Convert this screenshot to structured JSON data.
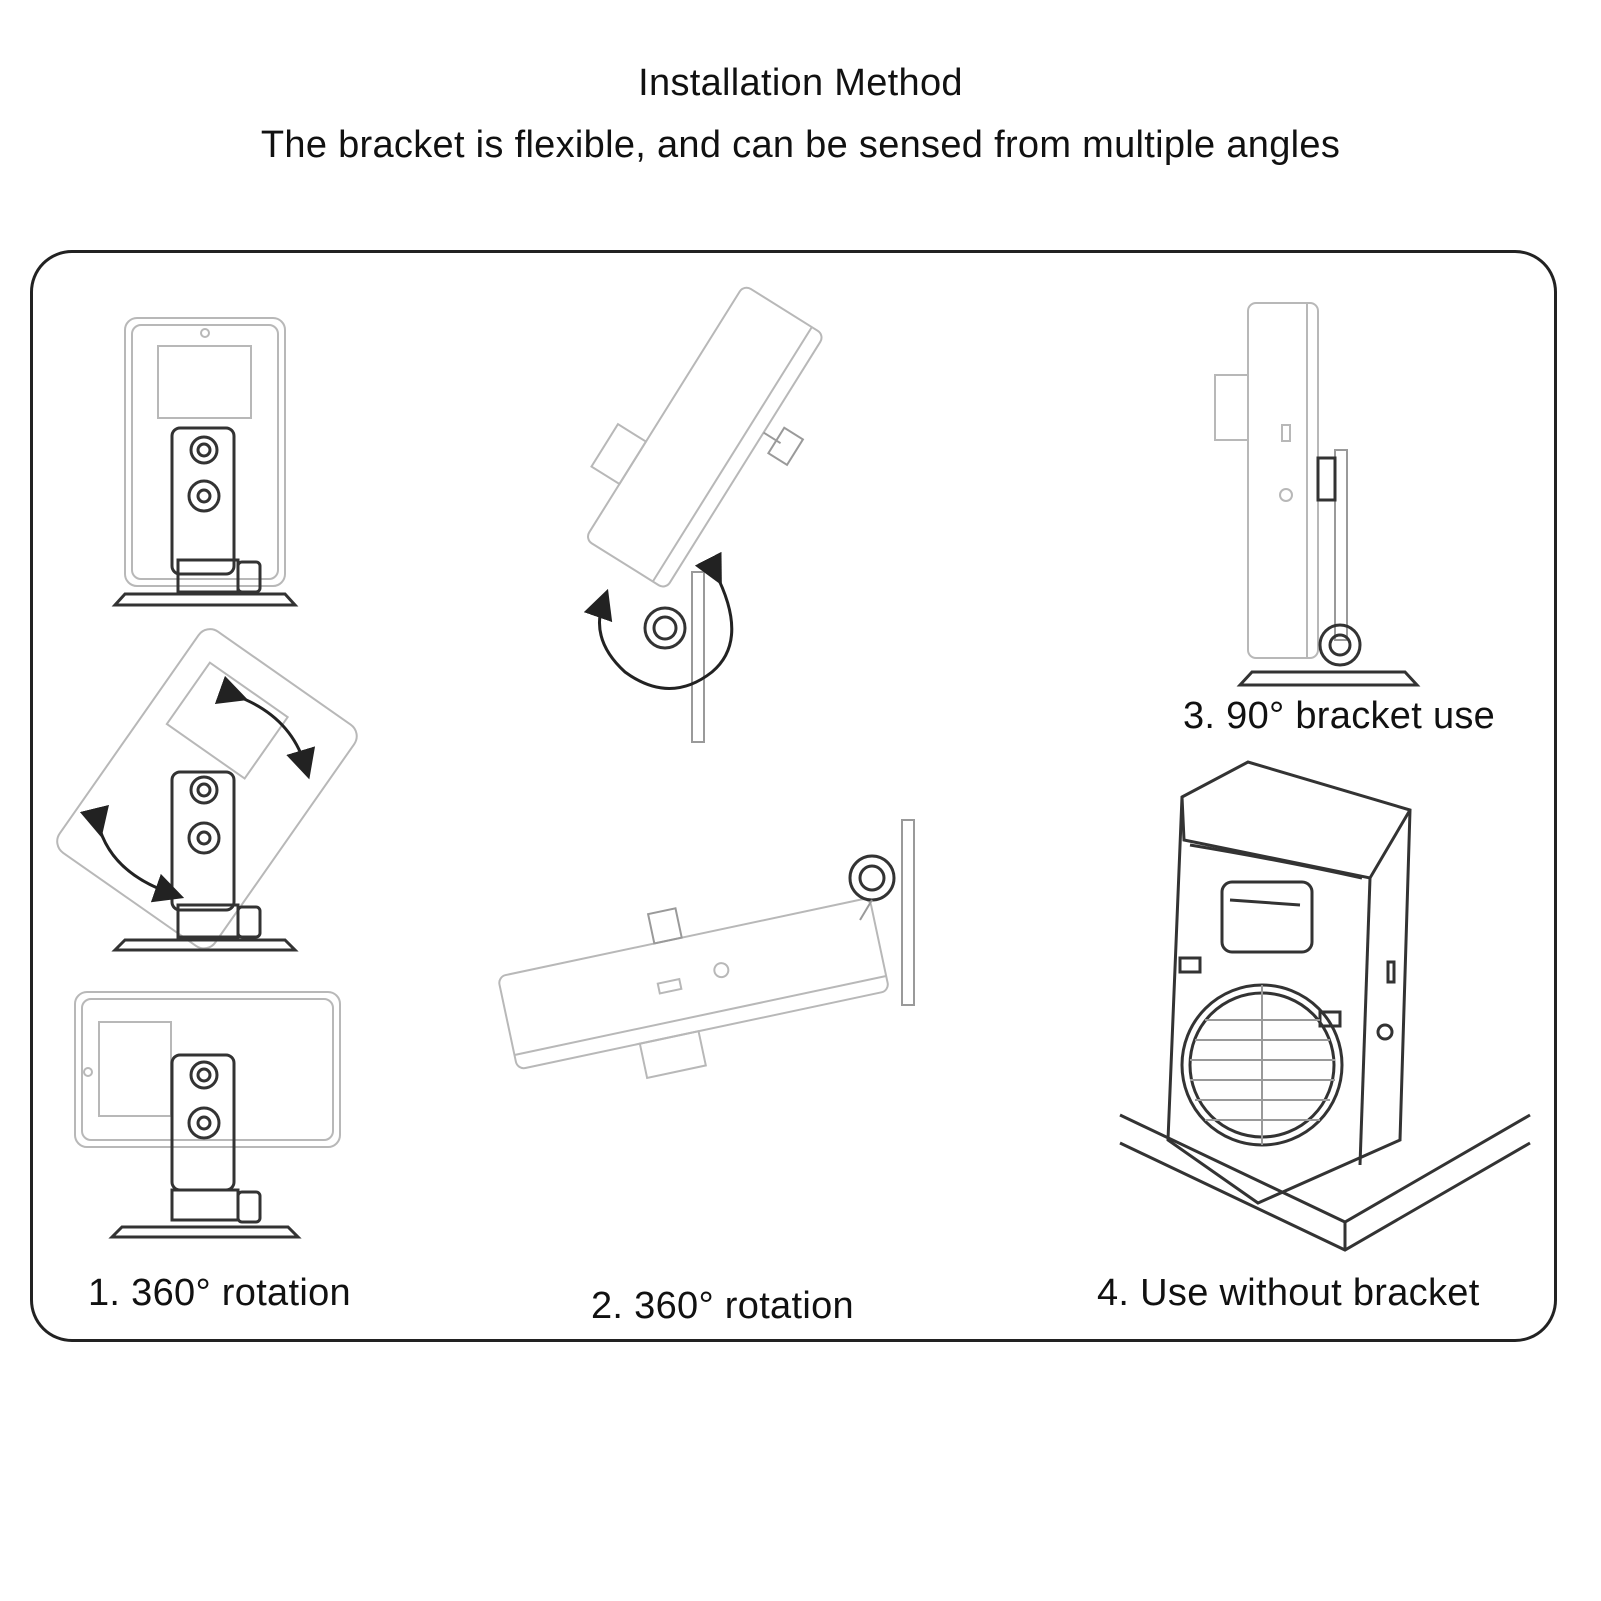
{
  "header": {
    "title": "Installation Method",
    "subtitle": "The bracket is flexible, and can be sensed from multiple angles"
  },
  "steps": [
    {
      "label": "1. 360° rotation"
    },
    {
      "label": "2. 360° rotation"
    },
    {
      "label": "3. 90° bracket use"
    },
    {
      "label": "4. Use without bracket"
    }
  ],
  "colors": {
    "text": "#111111",
    "frame": "#222222",
    "line_art": "#b8b8b8"
  }
}
